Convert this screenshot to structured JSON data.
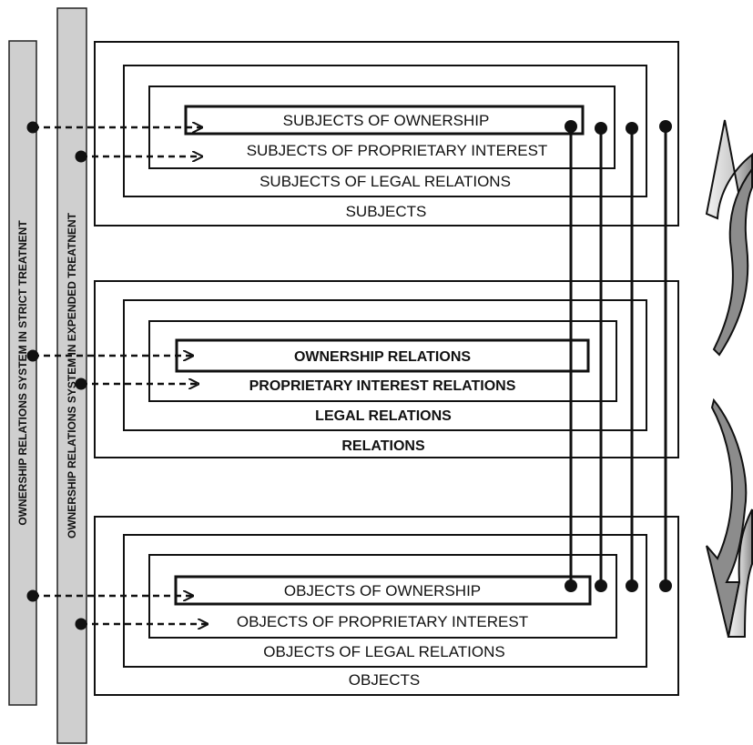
{
  "sidebars": {
    "strict": "OWNERSHIP RELATIONS SYSTEM IN  STRICT TREATNENT",
    "expanded": "OWNERSHIP RELATIONS SYSTEM  IN EXPENDED TREATNENT"
  },
  "subjects": {
    "inner": "SUBJECTS OF OWNERSHIP",
    "level2": "SUBJECTS OF PROPRIETARY INTEREST",
    "level3": "SUBJECTS OF LEGAL RELATIONS",
    "outer": "SUBJECTS"
  },
  "relations": {
    "inner": "OWNERSHIP RELATIONS",
    "level2": "PROPRIETARY INTEREST RELATIONS",
    "level3": "LEGAL RELATIONS",
    "outer": "RELATIONS"
  },
  "objects": {
    "inner": "OBJECTS OF OWNERSHIP",
    "level2": "OBJECTS OF PROPRIETARY INTEREST",
    "level3": "OBJECTS OF LEGAL RELATIONS",
    "outer": "OBJECTS"
  }
}
